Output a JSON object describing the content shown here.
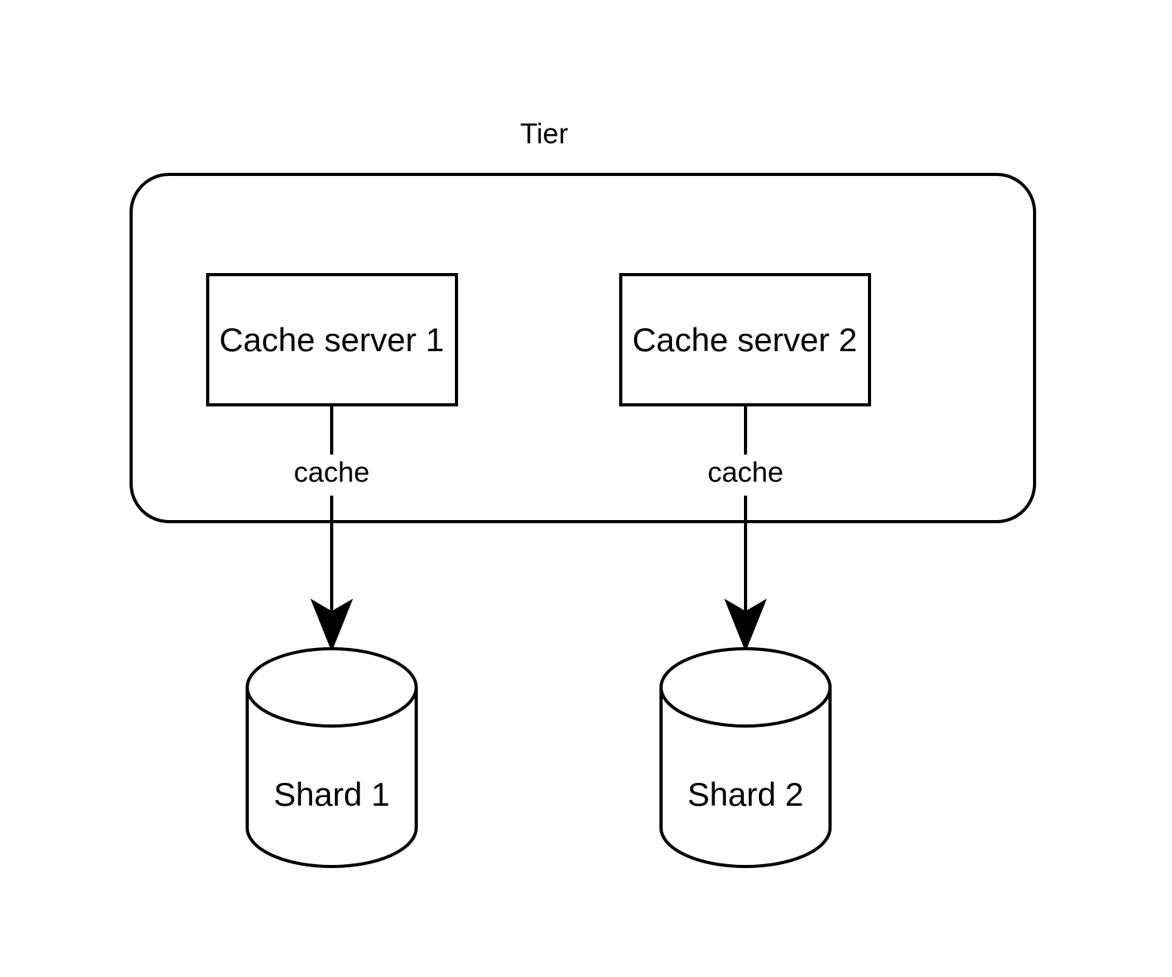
{
  "diagram": {
    "type": "system-architecture-diagram",
    "background_color": "#ffffff",
    "stroke_color": "#000000",
    "text_color": "#000000",
    "title": "Tier",
    "containers": [
      {
        "id": "tier-container",
        "label": "Tier",
        "shape": "rounded-rectangle",
        "label_position": "outside-top-center"
      }
    ],
    "nodes": [
      {
        "id": "cache-server-1",
        "label": "Cache server 1",
        "shape": "rectangle",
        "parent": "tier-container"
      },
      {
        "id": "cache-server-2",
        "label": "Cache server 2",
        "shape": "rectangle",
        "parent": "tier-container"
      },
      {
        "id": "shard-1",
        "label": "Shard 1",
        "shape": "cylinder",
        "parent": null
      },
      {
        "id": "shard-2",
        "label": "Shard 2",
        "shape": "cylinder",
        "parent": null
      }
    ],
    "edges": [
      {
        "id": "edge-cache-1",
        "from": "cache-server-1",
        "to": "shard-1",
        "label": "cache",
        "arrow": "filled-triangle-end",
        "direction": "down"
      },
      {
        "id": "edge-cache-2",
        "from": "cache-server-2",
        "to": "shard-2",
        "label": "cache",
        "arrow": "filled-triangle-end",
        "direction": "down"
      }
    ]
  }
}
